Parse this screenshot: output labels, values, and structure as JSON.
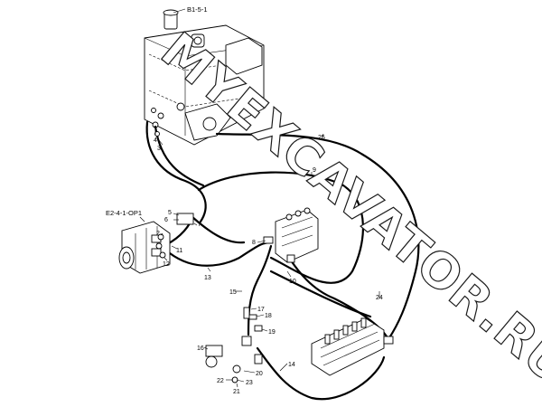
{
  "references": {
    "tank": "B1-5-1",
    "pump": "E2-4-1-OP1"
  },
  "watermark": "MYEXCAVATOR.RU",
  "callouts": [
    "25",
    "9",
    "4",
    "3",
    "5",
    "6",
    "7",
    "2",
    "11",
    "12",
    "13",
    "8",
    "15",
    "10",
    "24",
    "17",
    "18",
    "19",
    "16",
    "14",
    "20",
    "22",
    "23",
    "21"
  ]
}
